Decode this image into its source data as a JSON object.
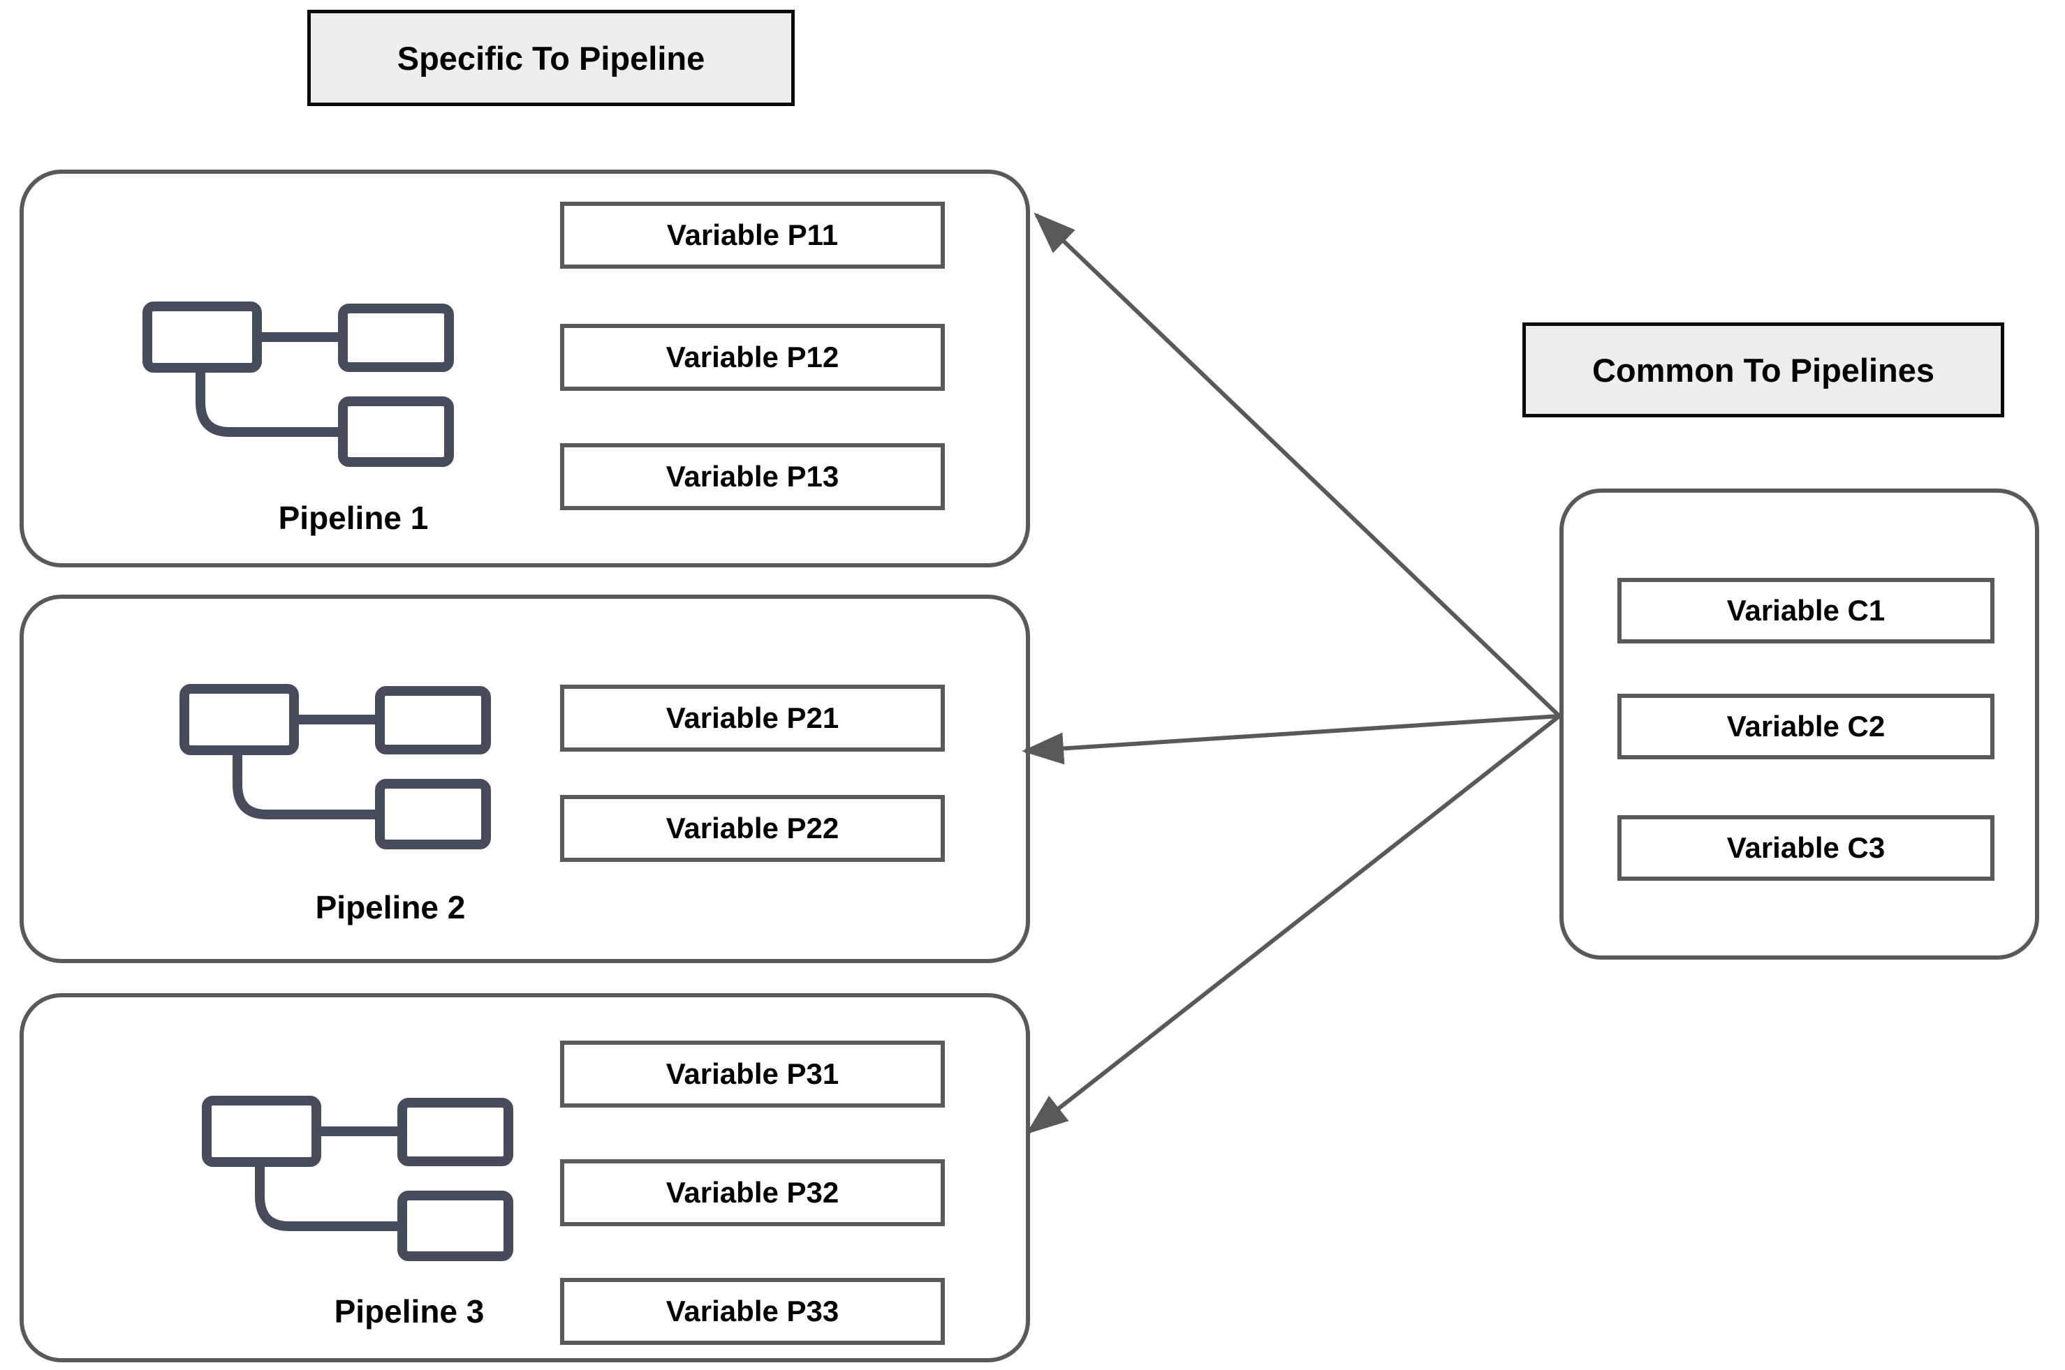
{
  "diagram": {
    "headers": {
      "specific": "Specific To Pipeline",
      "common": "Common To Pipelines"
    },
    "pipelines": [
      {
        "label": "Pipeline 1",
        "variables": [
          "Variable P11",
          "Variable P12",
          "Variable P13"
        ]
      },
      {
        "label": "Pipeline 2",
        "variables": [
          "Variable P21",
          "Variable P22"
        ]
      },
      {
        "label": "Pipeline 3",
        "variables": [
          "Variable P31",
          "Variable P32",
          "Variable P33"
        ]
      }
    ],
    "common": {
      "variables": [
        "Variable C1",
        "Variable C2",
        "Variable C3"
      ]
    },
    "colors": {
      "container_border": "#595959",
      "variable_border": "#595959",
      "arrow": "#595959",
      "icon": "#474c5c",
      "header_bg": "#ededed",
      "header_border": "#0a0a0a",
      "text": "#000000",
      "background": "#ffffff"
    }
  }
}
